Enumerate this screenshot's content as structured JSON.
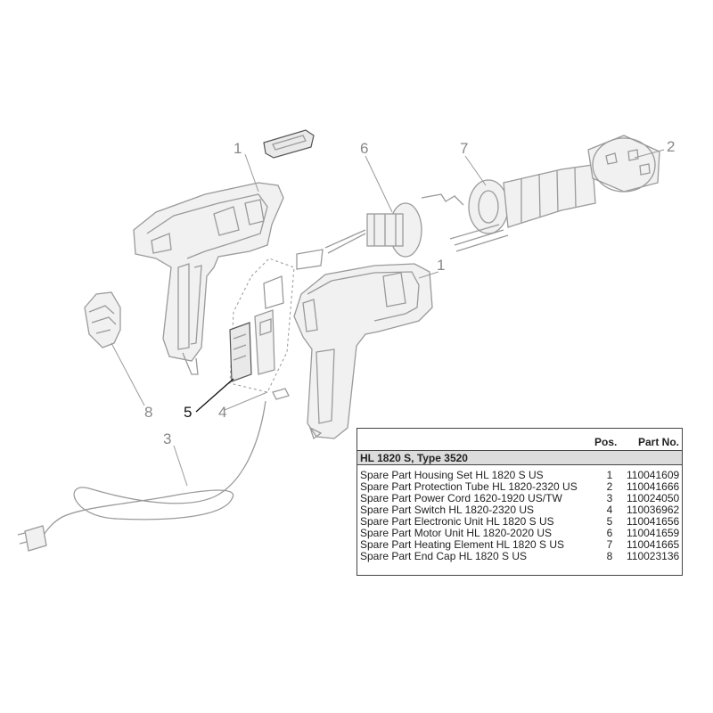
{
  "callouts": {
    "c1a": "1",
    "c1b": "1",
    "c2": "2",
    "c3": "3",
    "c4": "4",
    "c5": "5",
    "c6": "6",
    "c7": "7",
    "c8": "8"
  },
  "table": {
    "pos_header": "Pos.",
    "part_header": "Part No.",
    "model": "HL 1820 S, Type 3520",
    "rows": [
      {
        "desc": "Spare Part Housing Set HL 1820 S US",
        "pos": "1",
        "part": "110041609"
      },
      {
        "desc": "Spare Part Protection Tube HL 1820-2320 US",
        "pos": "2",
        "part": "110041666"
      },
      {
        "desc": "Spare Part Power Cord 1620-1920 US/TW",
        "pos": "3",
        "part": "110024050"
      },
      {
        "desc": "Spare Part Switch HL 1820-2320  US",
        "pos": "4",
        "part": "110036962"
      },
      {
        "desc": "Spare Part Electronic Unit HL 1820 S US",
        "pos": "5",
        "part": "110041656"
      },
      {
        "desc": "Spare Part Motor Unit HL 1820-2020 US",
        "pos": "6",
        "part": "110041659"
      },
      {
        "desc": "Spare Part Heating Element HL 1820 S US",
        "pos": "7",
        "part": "110041665"
      },
      {
        "desc": "Spare Part End Cap HL 1820 S US",
        "pos": "8",
        "part": "110023136"
      }
    ]
  }
}
